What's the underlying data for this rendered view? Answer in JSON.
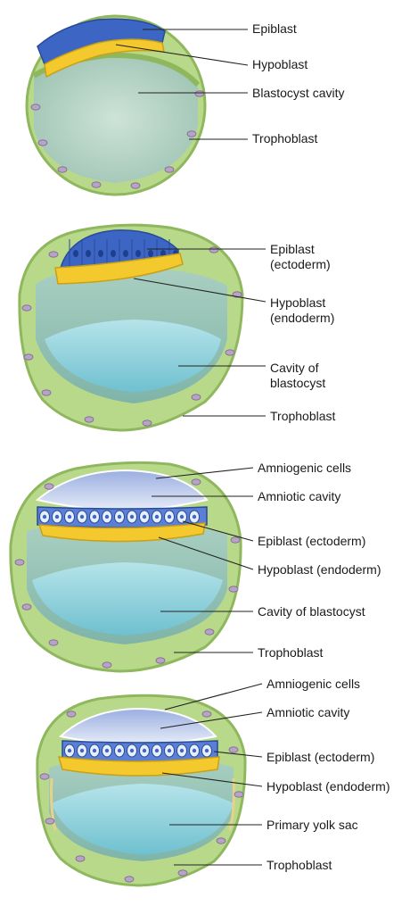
{
  "colors": {
    "trophoblast": "#b9d98a",
    "trophoblast_dark": "#8fb85e",
    "nucleus": "#b8a2c8",
    "epiblast_blue": "#3d66c4",
    "hypoblast_yellow": "#f3c92e",
    "cavity": "#8fcfd8",
    "leader": "#222222"
  },
  "panels": [
    {
      "labels": [
        {
          "text": "Epiblast"
        },
        {
          "text": "Hypoblast"
        },
        {
          "text": "Blastocyst cavity"
        },
        {
          "text": "Trophoblast"
        }
      ]
    },
    {
      "labels": [
        {
          "text": "Epiblast (ectoderm)"
        },
        {
          "text": "Hypoblast (endoderm)"
        },
        {
          "text": "Cavity of blastocyst"
        },
        {
          "text": "Trophoblast"
        }
      ]
    },
    {
      "labels": [
        {
          "text": "Amniogenic cells"
        },
        {
          "text": "Amniotic cavity"
        },
        {
          "text": "Epiblast (ectoderm)"
        },
        {
          "text": "Hypoblast (endoderm)"
        },
        {
          "text": "Cavity of blastocyst"
        },
        {
          "text": "Trophoblast"
        }
      ]
    },
    {
      "labels": [
        {
          "text": "Amniogenic cells"
        },
        {
          "text": "Amniotic cavity"
        },
        {
          "text": "Epiblast (ectoderm)"
        },
        {
          "text": "Hypoblast (endoderm)"
        },
        {
          "text": "Primary yolk sac"
        },
        {
          "text": "Trophoblast"
        }
      ]
    }
  ]
}
